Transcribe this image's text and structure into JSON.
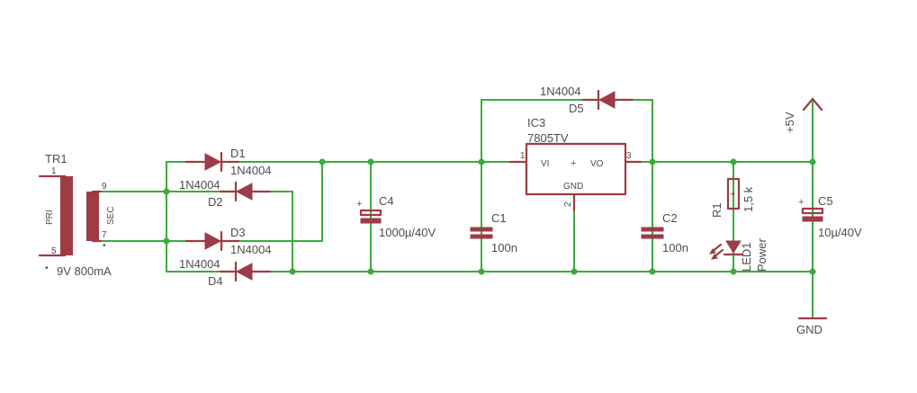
{
  "transformer": {
    "name": "TR1",
    "pin_1": "1",
    "pin_5": "5",
    "pin_9": "9",
    "pin_7": "7",
    "primary": "PRI",
    "secondary": "SEC",
    "rating": "9V 800mA"
  },
  "diodes": {
    "d1": {
      "name": "D1",
      "value": "1N4004"
    },
    "d2": {
      "name": "D2",
      "value": "1N4004"
    },
    "d3": {
      "name": "D3",
      "value": "1N4004"
    },
    "d4": {
      "name": "D4",
      "value": "1N4004"
    },
    "d5": {
      "name": "D5",
      "value": "1N4004"
    }
  },
  "capacitors": {
    "c4": {
      "name": "C4",
      "value": "1000µ/40V"
    },
    "c1": {
      "name": "C1",
      "value": "100n"
    },
    "c2": {
      "name": "C2",
      "value": "100n"
    },
    "c5": {
      "name": "C5",
      "value": "10µ/40V"
    }
  },
  "regulator": {
    "name": "IC3",
    "value": "7805TV",
    "pin_vi": "VI",
    "pin_vo": "VO",
    "pin_gnd": "GND",
    "pin_1": "1",
    "pin_2": "2",
    "pin_3": "3"
  },
  "resistor": {
    "name": "R1",
    "value": "1,5 k"
  },
  "led": {
    "name": "LED1",
    "value": "Power"
  },
  "supply": {
    "label": "+5V"
  },
  "ground": {
    "label": "GND"
  },
  "colors": {
    "wire": "#3daa3d",
    "component": "#9e3b44",
    "text": "#4d4d4d",
    "background": "#ffffff"
  }
}
